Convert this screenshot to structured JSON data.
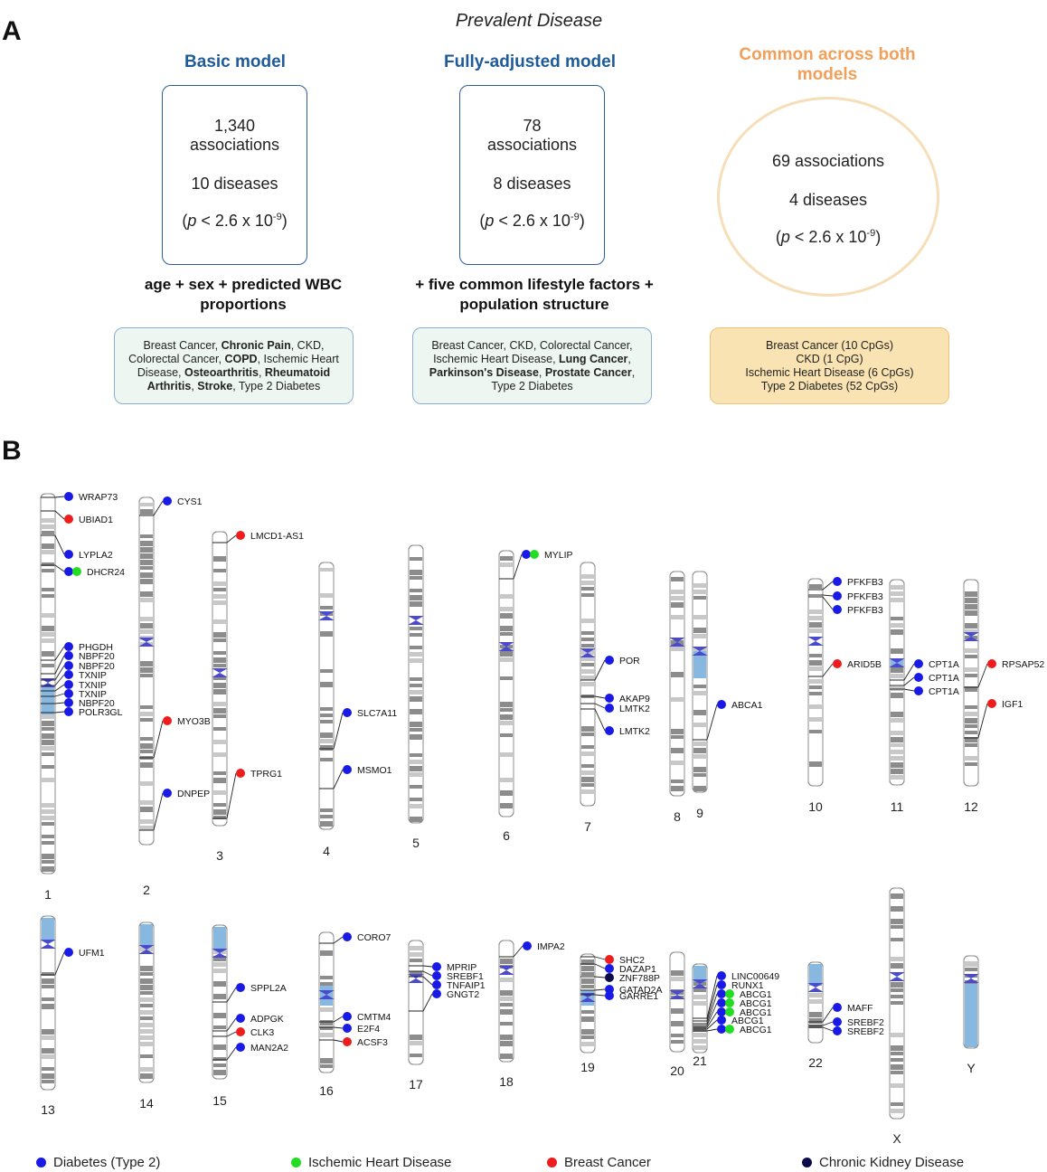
{
  "panel_a": {
    "letter": "A",
    "title": "Prevalent Disease",
    "columns": [
      {
        "header": "Basic model",
        "count": "1,340",
        "count_label": "associations",
        "diseases": "10 diseases",
        "p_value": "< 2.6 x 10",
        "p_exp": "-9",
        "adjustment": "age + sex + predicted WBC proportions",
        "disease_list": [
          {
            "t": "Breast Cancer, ",
            "b": false
          },
          {
            "t": "Chronic Pain",
            "b": true
          },
          {
            "t": ", CKD, Colorectal Cancer, ",
            "b": false
          },
          {
            "t": "COPD",
            "b": true
          },
          {
            "t": ", Ischemic Heart Disease, ",
            "b": false
          },
          {
            "t": "Osteoarthritis",
            "b": true
          },
          {
            "t": ", ",
            "b": false
          },
          {
            "t": "Rheumatoid Arthritis",
            "b": true
          },
          {
            "t": ", ",
            "b": false
          },
          {
            "t": "Stroke",
            "b": true
          },
          {
            "t": ", Type 2 Diabetes",
            "b": false
          }
        ]
      },
      {
        "header": "Fully-adjusted model",
        "count": "78",
        "count_label": "associations",
        "diseases": "8 diseases",
        "p_value": "< 2.6 x 10",
        "p_exp": "-9",
        "adjustment": "+ five common lifestyle factors + population structure",
        "disease_list": [
          {
            "t": "Breast Cancer, CKD, Colorectal Cancer, Ischemic Heart Disease, ",
            "b": false
          },
          {
            "t": "Lung Cancer",
            "b": true
          },
          {
            "t": ", ",
            "b": false
          },
          {
            "t": "Parkinson's Disease",
            "b": true
          },
          {
            "t": ", ",
            "b": false
          },
          {
            "t": "Prostate Cancer",
            "b": true
          },
          {
            "t": ", Type 2 Diabetes",
            "b": false
          }
        ]
      },
      {
        "header": "Common across both models",
        "count_label": "69 associations",
        "diseases": "4 diseases",
        "p_value": "< 2.6 x 10",
        "p_exp": "-9",
        "disease_list": [
          "Breast Cancer (10 CpGs)",
          "CKD (1 CpG)",
          "Ischemic Heart Disease (6 CpGs)",
          "Type 2 Diabetes (52 CpGs)"
        ]
      }
    ]
  },
  "panel_b": {
    "letter": "B",
    "colors": {
      "diabetes": "#1a1ae6",
      "ihd": "#22dd22",
      "breast": "#ee1c1c",
      "ckd": "#0b0b4a",
      "centromere": "#4a4ad0",
      "blue_band": "#86b8e0"
    },
    "legend": [
      {
        "label": "Diabetes (Type 2)",
        "key": "diabetes"
      },
      {
        "label": "Ischemic Heart Disease",
        "key": "ihd"
      },
      {
        "label": "Breast Cancer",
        "key": "breast"
      },
      {
        "label": "Chronic Kidney Disease",
        "key": "ckd"
      }
    ],
    "chromosomes": [
      {
        "name": "1",
        "genes": [
          {
            "label": "WRAP73",
            "d": [
              "diabetes"
            ]
          },
          {
            "label": "UBIAD1",
            "d": [
              "breast"
            ]
          },
          {
            "label": "LYPLA2",
            "d": [
              "diabetes"
            ]
          },
          {
            "label": "DHCR24",
            "d": [
              "diabetes",
              "ihd"
            ]
          },
          {
            "label": "PHGDH",
            "d": [
              "diabetes"
            ]
          },
          {
            "label": "NBPF20",
            "d": [
              "diabetes"
            ]
          },
          {
            "label": "NBPF20",
            "d": [
              "diabetes"
            ]
          },
          {
            "label": "TXNIP",
            "d": [
              "diabetes"
            ]
          },
          {
            "label": "TXNIP",
            "d": [
              "diabetes"
            ]
          },
          {
            "label": "TXNIP",
            "d": [
              "diabetes"
            ]
          },
          {
            "label": "NBPF20",
            "d": [
              "diabetes"
            ]
          },
          {
            "label": "POLR3GL",
            "d": [
              "diabetes"
            ]
          }
        ]
      },
      {
        "name": "2",
        "genes": [
          {
            "label": "CYS1",
            "d": [
              "diabetes"
            ]
          },
          {
            "label": "MYO3B",
            "d": [
              "breast"
            ]
          },
          {
            "label": "DNPEP",
            "d": [
              "diabetes"
            ]
          }
        ]
      },
      {
        "name": "3",
        "genes": [
          {
            "label": "LMCD1-AS1",
            "d": [
              "breast"
            ]
          },
          {
            "label": "TPRG1",
            "d": [
              "breast"
            ]
          }
        ]
      },
      {
        "name": "4",
        "genes": [
          {
            "label": "SLC7A11",
            "d": [
              "diabetes"
            ]
          },
          {
            "label": "MSMO1",
            "d": [
              "diabetes"
            ]
          }
        ]
      },
      {
        "name": "5",
        "genes": []
      },
      {
        "name": "6",
        "genes": [
          {
            "label": "MYLIP",
            "d": [
              "diabetes",
              "ihd"
            ]
          }
        ]
      },
      {
        "name": "7",
        "genes": [
          {
            "label": "POR",
            "d": [
              "diabetes"
            ]
          },
          {
            "label": "AKAP9",
            "d": [
              "diabetes"
            ]
          },
          {
            "label": "LMTK2",
            "d": [
              "diabetes"
            ]
          },
          {
            "label": "LMTK2",
            "d": [
              "diabetes"
            ]
          }
        ]
      },
      {
        "name": "8",
        "genes": []
      },
      {
        "name": "9",
        "genes": [
          {
            "label": "ABCA1",
            "d": [
              "diabetes"
            ]
          }
        ]
      },
      {
        "name": "10",
        "genes": [
          {
            "label": "PFKFB3",
            "d": [
              "diabetes"
            ]
          },
          {
            "label": "PFKFB3",
            "d": [
              "diabetes"
            ]
          },
          {
            "label": "PFKFB3",
            "d": [
              "diabetes"
            ]
          },
          {
            "label": "ARID5B",
            "d": [
              "breast"
            ]
          }
        ]
      },
      {
        "name": "11",
        "genes": [
          {
            "label": "CPT1A",
            "d": [
              "diabetes"
            ]
          },
          {
            "label": "CPT1A",
            "d": [
              "diabetes"
            ]
          },
          {
            "label": "CPT1A",
            "d": [
              "diabetes"
            ]
          }
        ]
      },
      {
        "name": "12",
        "genes": [
          {
            "label": "RPSAP52",
            "d": [
              "breast"
            ]
          },
          {
            "label": "IGF1",
            "d": [
              "breast"
            ]
          }
        ]
      },
      {
        "name": "13",
        "genes": [
          {
            "label": "UFM1",
            "d": [
              "diabetes"
            ]
          }
        ]
      },
      {
        "name": "14",
        "genes": []
      },
      {
        "name": "15",
        "genes": [
          {
            "label": "SPPL2A",
            "d": [
              "diabetes"
            ]
          },
          {
            "label": "ADPGK",
            "d": [
              "diabetes"
            ]
          },
          {
            "label": "CLK3",
            "d": [
              "breast"
            ]
          },
          {
            "label": "MAN2A2",
            "d": [
              "diabetes"
            ]
          }
        ]
      },
      {
        "name": "16",
        "genes": [
          {
            "label": "CORO7",
            "d": [
              "diabetes"
            ]
          },
          {
            "label": "CMTM4",
            "d": [
              "diabetes"
            ]
          },
          {
            "label": "E2F4",
            "d": [
              "diabetes"
            ]
          },
          {
            "label": "ACSF3",
            "d": [
              "breast"
            ]
          }
        ]
      },
      {
        "name": "17",
        "genes": [
          {
            "label": "MPRIP",
            "d": [
              "diabetes"
            ]
          },
          {
            "label": "SREBF1",
            "d": [
              "diabetes"
            ]
          },
          {
            "label": "TNFAIP1",
            "d": [
              "diabetes"
            ]
          },
          {
            "label": "GNGT2",
            "d": [
              "diabetes"
            ]
          }
        ]
      },
      {
        "name": "18",
        "genes": [
          {
            "label": "IMPA2",
            "d": [
              "diabetes"
            ]
          }
        ]
      },
      {
        "name": "19",
        "genes": [
          {
            "label": "SHC2",
            "d": [
              "breast"
            ]
          },
          {
            "label": "DAZAP1",
            "d": [
              "diabetes"
            ]
          },
          {
            "label": "ZNF788P",
            "d": [
              "ckd"
            ]
          },
          {
            "label": "GATAD2A",
            "d": [
              "diabetes"
            ]
          },
          {
            "label": "GARRE1",
            "d": [
              "diabetes"
            ]
          }
        ]
      },
      {
        "name": "20",
        "genes": []
      },
      {
        "name": "21",
        "genes": [
          {
            "label": "LINC00649",
            "d": [
              "diabetes"
            ]
          },
          {
            "label": "RUNX1",
            "d": [
              "diabetes"
            ]
          },
          {
            "label": "ABCG1",
            "d": [
              "diabetes",
              "ihd"
            ]
          },
          {
            "label": "ABCG1",
            "d": [
              "diabetes",
              "ihd"
            ]
          },
          {
            "label": "ABCG1",
            "d": [
              "diabetes",
              "ihd"
            ]
          },
          {
            "label": "ABCG1",
            "d": [
              "diabetes"
            ]
          },
          {
            "label": "ABCG1",
            "d": [
              "diabetes",
              "ihd"
            ]
          }
        ]
      },
      {
        "name": "22",
        "genes": [
          {
            "label": "MAFF",
            "d": [
              "diabetes"
            ]
          },
          {
            "label": "SREBF2",
            "d": [
              "diabetes"
            ]
          },
          {
            "label": "SREBF2",
            "d": [
              "diabetes"
            ]
          }
        ]
      },
      {
        "name": "X",
        "genes": []
      },
      {
        "name": "Y",
        "genes": []
      }
    ]
  }
}
